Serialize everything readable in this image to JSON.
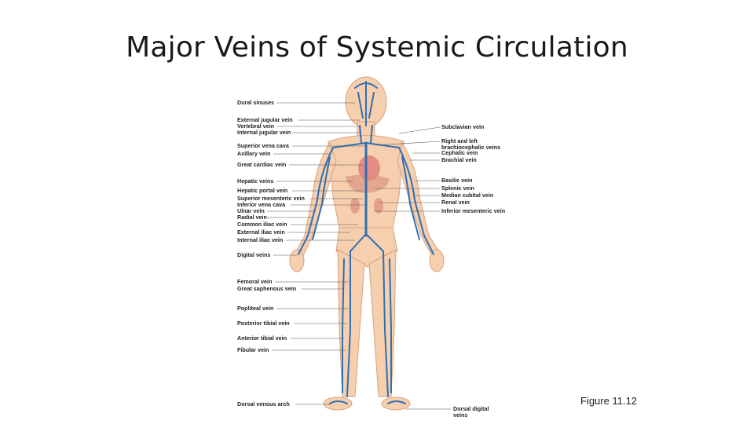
{
  "title": "Major Veins of Systemic Circulation",
  "caption": "Figure 11.12",
  "labels_left": [
    "Dural sinuses",
    "External jugular vein",
    "Vertebral vein",
    "Internal jugular vein",
    "Superior vena cava",
    "Axillary vein",
    "Great cardiac vein",
    "Hepatic veins",
    "Hepatic portal vein",
    "Superior mesenteric vein",
    "Inferior vena cava",
    "Ulnar vein",
    "Radial vein",
    "Common iliac vein",
    "External iliac vein",
    "Internal iliac vein",
    "Digital veins",
    "Femoral vein",
    "Great saphenous vein",
    "Popliteal vein",
    "Posterior tibial vein",
    "Anterior tibial vein",
    "Fibular vein",
    "Dorsal venous arch"
  ],
  "labels_right": [
    "Subclavian vein",
    "Right and left",
    "brachiocephalic veins",
    "Cephalic vein",
    "Brachial vein",
    "Basilic vein",
    "Splenic vein",
    "Median cubital vein",
    "Renal vein",
    "Inferior mesenteric vein",
    "Dorsal digital",
    "veins"
  ],
  "colors": {
    "skin": "#f6cfae",
    "skin_outline": "#d9a27c",
    "vein": "#2f6fb3",
    "vein_light": "#6fa4d6",
    "heart": "#e07a7a",
    "liver": "#d98a7a",
    "leader": "#555555"
  }
}
